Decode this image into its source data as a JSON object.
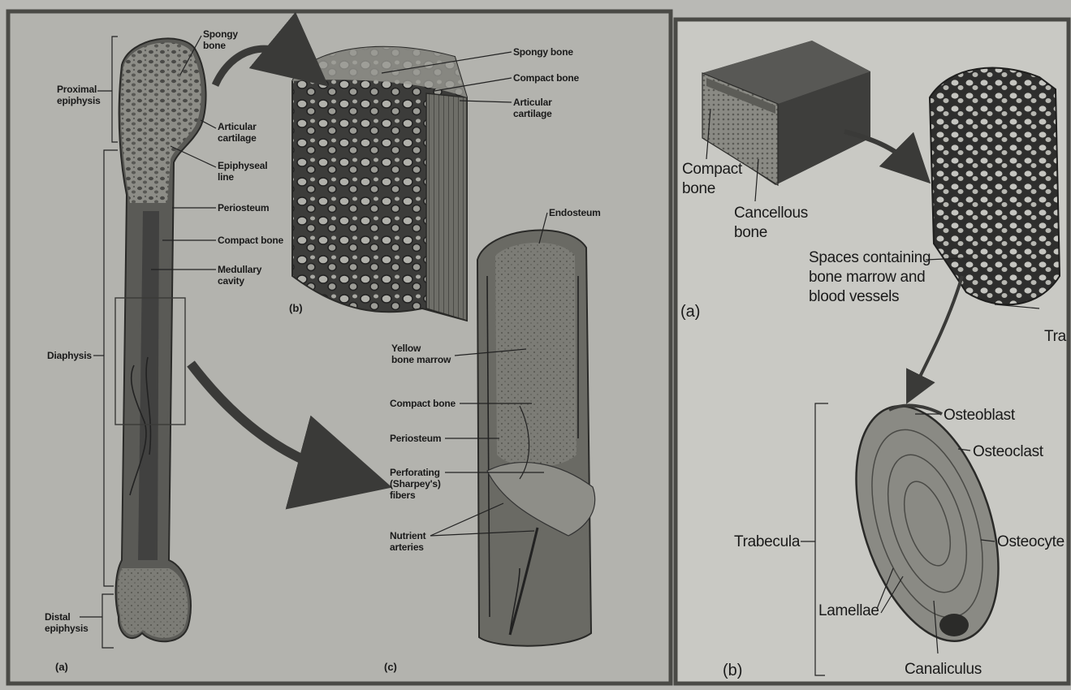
{
  "left_figure": {
    "bracket_labels": {
      "proximal_epiphysis": [
        "Proximal",
        "epiphysis"
      ],
      "diaphysis": [
        "Diaphysis"
      ],
      "distal_epiphysis": [
        "Distal",
        "epiphysis"
      ]
    },
    "bone_labels": {
      "spongy_bone": [
        "Spongy",
        "bone"
      ],
      "articular_cartilage": [
        "Articular",
        "cartilage"
      ],
      "epiphyseal_line": [
        "Epiphyseal",
        "line"
      ],
      "periosteum": [
        "Periosteum"
      ],
      "compact_bone": [
        "Compact bone"
      ],
      "medullary_cavity": [
        "Medullary",
        "cavity"
      ]
    },
    "inset_b_labels": {
      "spongy_bone": [
        "Spongy bone"
      ],
      "compact_bone": [
        "Compact bone"
      ],
      "articular_cartilage": [
        "Articular",
        "cartilage"
      ]
    },
    "inset_c_labels": {
      "endosteum": [
        "Endosteum"
      ],
      "yellow_bone_marrow": [
        "Yellow",
        "bone marrow"
      ],
      "compact_bone": [
        "Compact bone"
      ],
      "periosteum": [
        "Periosteum"
      ],
      "perforating_fibers": [
        "Perforating",
        "(Sharpey's)",
        "fibers"
      ],
      "nutrient_arteries": [
        "Nutrient",
        "arteries"
      ]
    },
    "panel_tags": {
      "a": "(a)",
      "b": "(b)",
      "c": "(c)"
    }
  },
  "right_figure": {
    "labels": {
      "compact_bone": [
        "Compact",
        "bone"
      ],
      "cancellous_bone": [
        "Cancellous",
        "bone"
      ],
      "spaces": [
        "Spaces containing",
        "bone marrow and",
        "blood vessels"
      ],
      "trabeculae_cut": [
        "Tra"
      ],
      "osteoblast": [
        "Osteoblast"
      ],
      "osteoclast": [
        "Osteoclast"
      ],
      "trabecula": [
        "Trabecula"
      ],
      "osteocyte": [
        "Osteocyte"
      ],
      "lamellae": [
        "Lamellae"
      ],
      "canaliculus": [
        "Canaliculus"
      ]
    },
    "panel_tags": {
      "a": "(a)",
      "b": "(b)"
    }
  },
  "colors": {
    "page": "#b9b9b5",
    "left_panel": "#b3b3ae",
    "right_panel": "#c9c9c4",
    "bone_dark": "#4e4e4b",
    "bone_mid": "#77776f",
    "ink": "#1a1a1a"
  }
}
